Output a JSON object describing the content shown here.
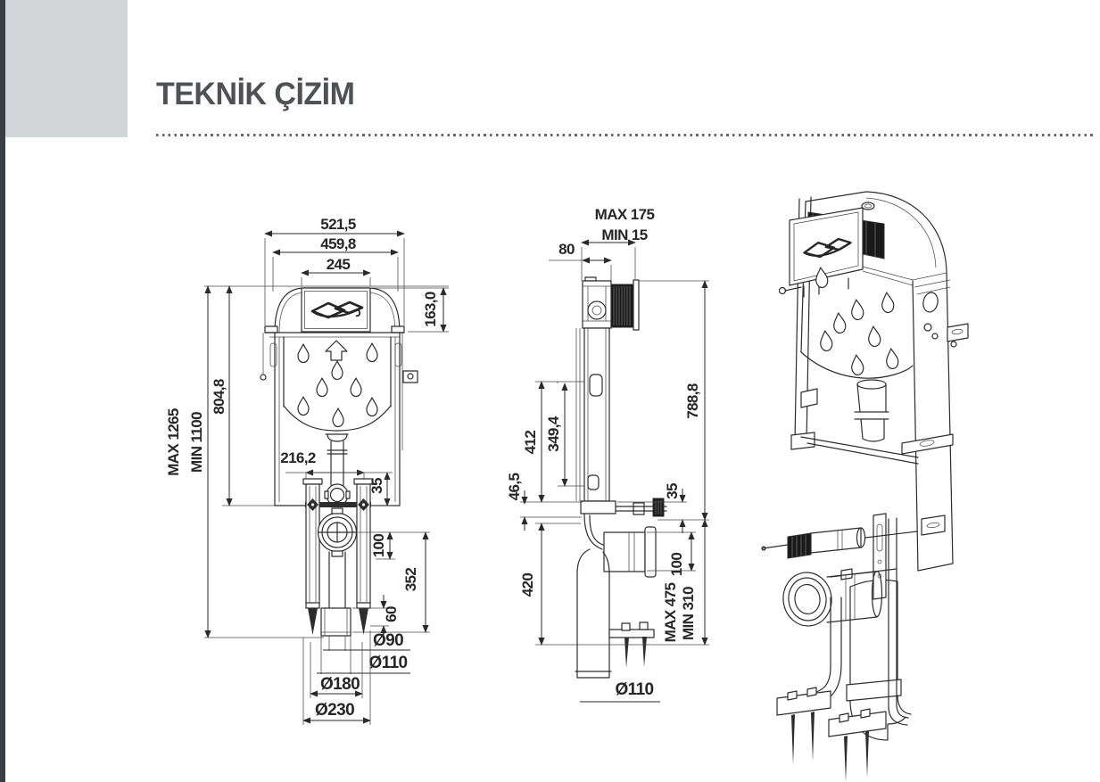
{
  "page": {
    "title": "TEKNİK ÇİZİM"
  },
  "accent_colors": {
    "ink": "#2d2d2d",
    "panel_gray": "#d3d6d8",
    "edge_bar": "#3a3e44",
    "title_gray": "#4e5257"
  },
  "views": {
    "front": {
      "label": "front-elevation",
      "dims": {
        "overall_width": "521,5",
        "inner_width": "459,8",
        "plate_width": "245",
        "plate_height": "163,0",
        "height_max": "MAX 1265",
        "height_min": "MIN 1100",
        "body_height": "804,8",
        "leg_span": "216,2",
        "inlet_offset": "35",
        "outlet_center": "100",
        "outlet_total": "352",
        "stub": "60",
        "dia90": "Ø90",
        "dia110": "Ø110",
        "dia180": "Ø180",
        "dia230": "Ø230"
      }
    },
    "side": {
      "label": "side-section",
      "dims": {
        "plate_gap_max": "MAX 175",
        "plate_gap_min": "MIN 15",
        "body_depth": "80",
        "upper_height": "412",
        "inner_height": "349,4",
        "total_height": "788,8",
        "rod_offset": "46,5",
        "outlet_offset": "35",
        "outlet_depth": "100",
        "lower_height": "420",
        "outlet_max": "MAX 475",
        "outlet_min": "MIN 310",
        "dia110": "Ø110"
      }
    },
    "perspective": {
      "label": "isometric-assembly"
    }
  }
}
